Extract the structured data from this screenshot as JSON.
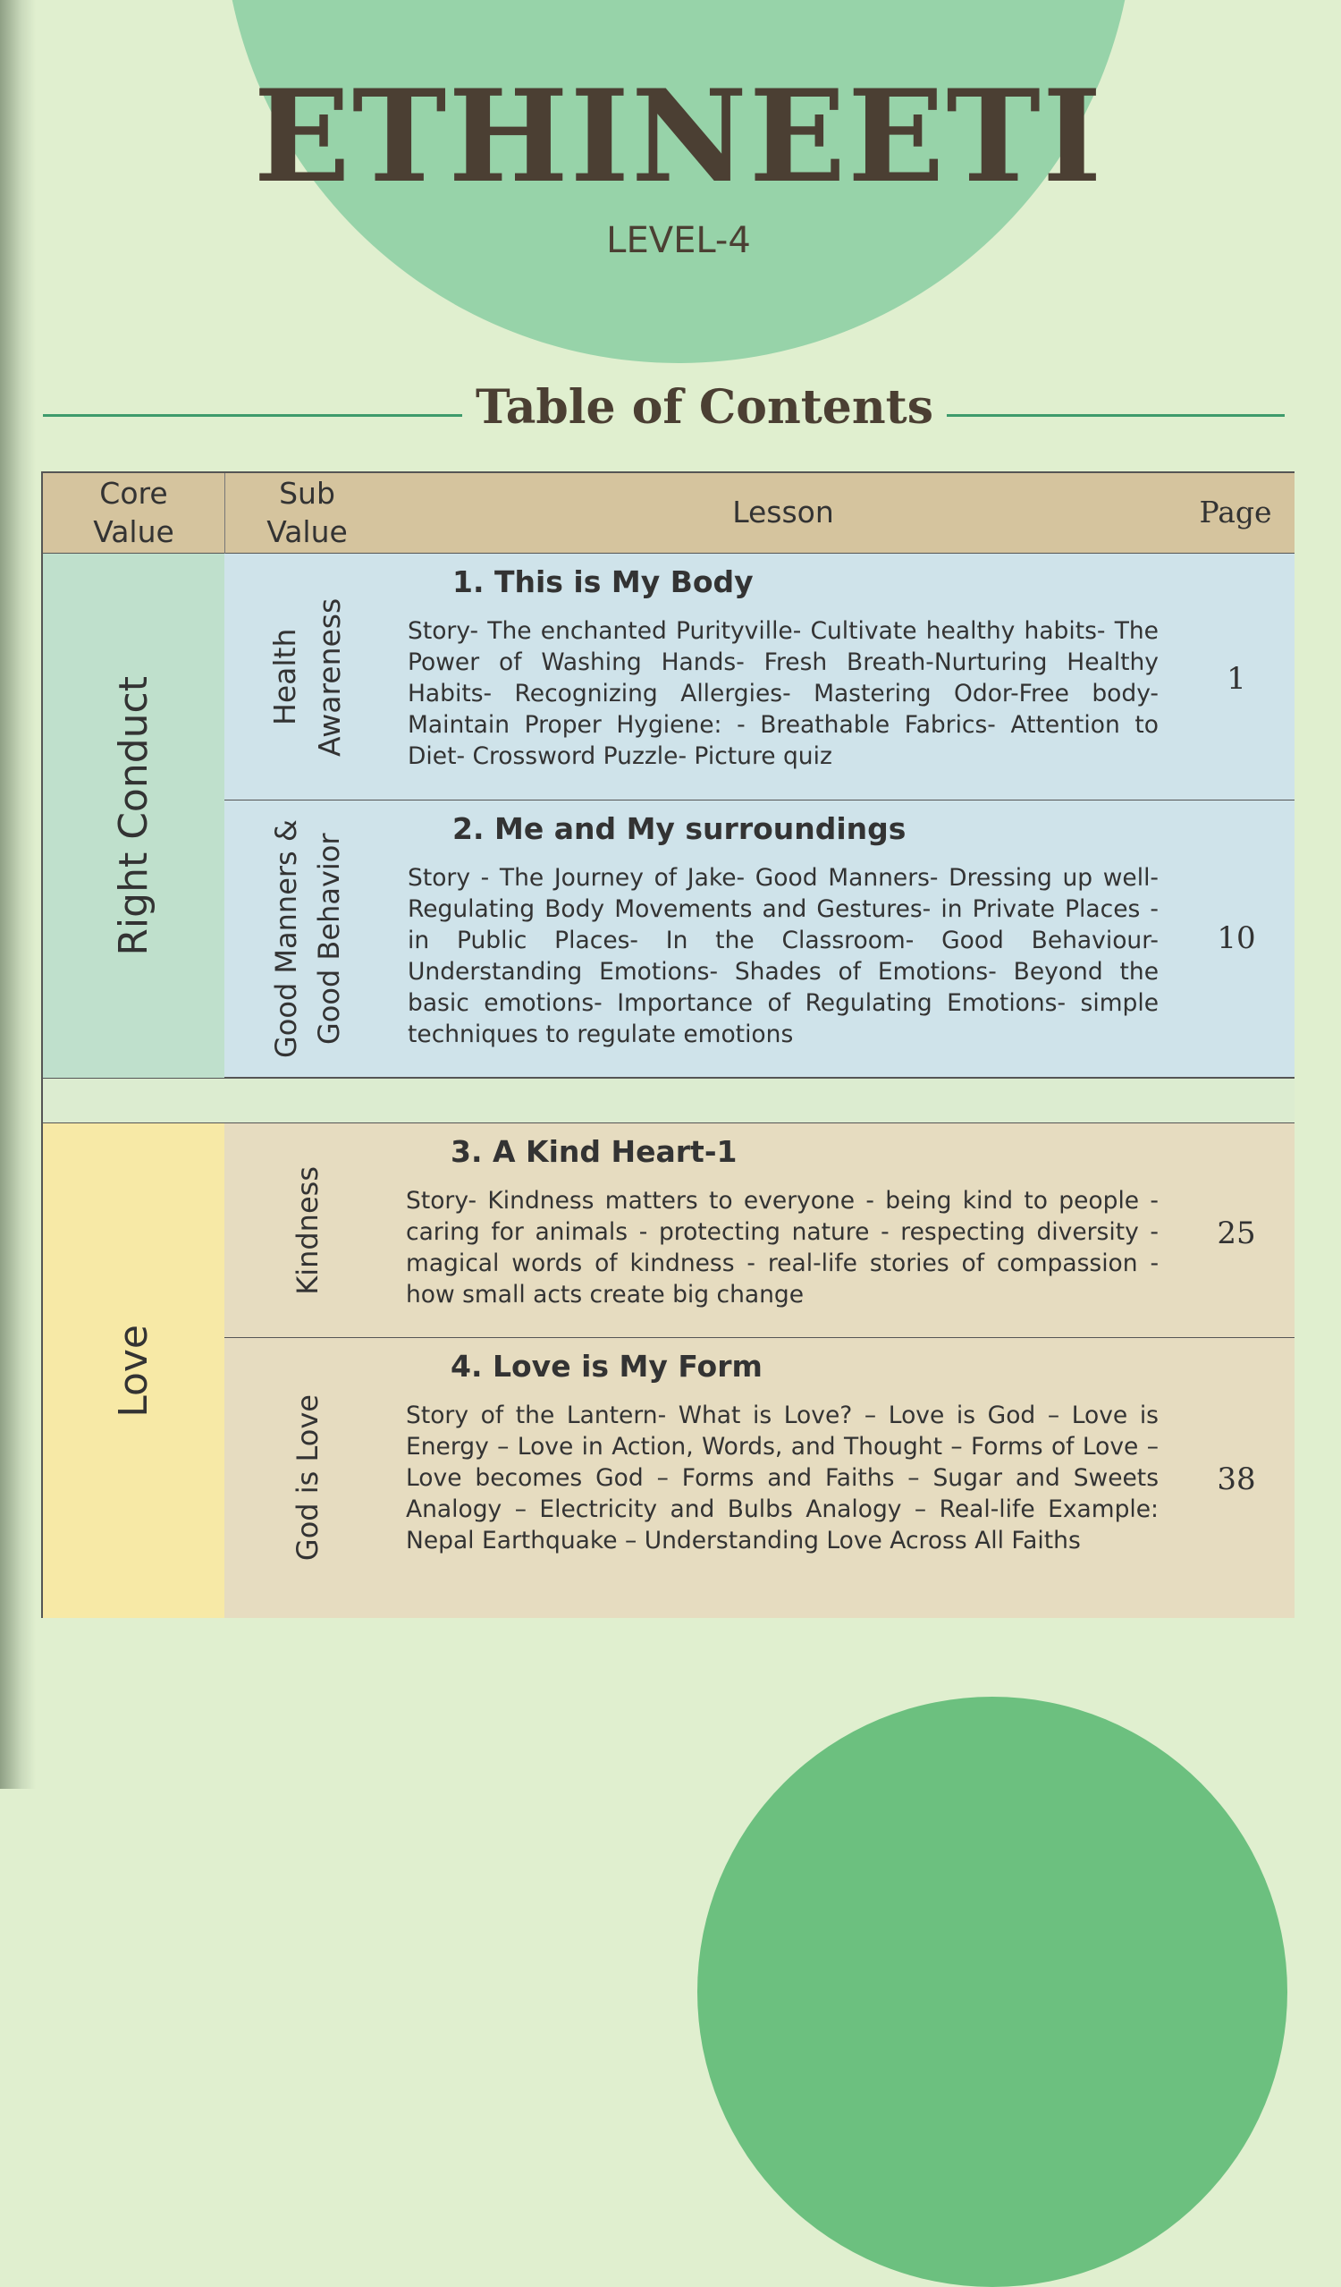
{
  "header": {
    "title": "ETHINEETI",
    "level": "LEVEL-4",
    "toc_heading": "Table of Contents"
  },
  "table": {
    "columns": {
      "core_value": "Core Value",
      "sub_value": "Sub Value",
      "lesson": "Lesson",
      "page": "Page"
    },
    "groups": [
      {
        "core_value": "Right Conduct",
        "lessons": [
          {
            "sub_value": "Health Awareness",
            "title": "1. This is My Body",
            "description": "Story- The enchanted Purityville- Cultivate healthy habits- The Power of Washing Hands- Fresh Breath-Nurturing Healthy Habits- Recognizing Allergies- Mastering Odor-Free body- Maintain Proper Hygiene: - Breathable Fabrics- Attention to Diet- Crossword Puzzle- Picture quiz",
            "page": "1"
          },
          {
            "sub_value": "Good Manners & Good Behavior",
            "title": "2. Me and My surroundings",
            "description": "Story - The Journey of Jake- Good Manners- Dressing up well- Regulating Body Movements and Gestures- in Private Places - in Public Places- In the Classroom- Good Behaviour- Understanding Emotions- Shades of Emotions- Beyond the basic emotions- Importance of Regulating Emotions- simple techniques to regulate emotions",
            "page": "10"
          }
        ]
      },
      {
        "core_value": "Love",
        "lessons": [
          {
            "sub_value": "Kindness",
            "title": "3. A Kind Heart-1",
            "description": "Story- Kindness matters to everyone - being kind to people - caring for animals - protecting nature - respecting diversity - magical words of kindness - real-life stories of compassion - how small acts create big change",
            "page": "25"
          },
          {
            "sub_value": "God is Love",
            "title": "4. Love is My Form",
            "description": "Story of the Lantern- What is Love? – Love is God – Love is Energy – Love in Action, Words, and Thought – Forms of Love – Love becomes God – Forms and Faiths – Sugar and Sweets Analogy – Electricity and Bulbs Analogy – Real-life Example: Nepal Earthquake – Understanding Love Across All Faiths",
            "page": "38"
          }
        ]
      }
    ]
  },
  "colors": {
    "background": "#e0efcf",
    "circle": "#97d3a9",
    "header": "#d5c49e",
    "conduct_rows": "#cfe3ea",
    "conduct_core": "#bfe0cc",
    "love_core": "#f7e9a6",
    "love_rows": "#e6dcc0"
  }
}
